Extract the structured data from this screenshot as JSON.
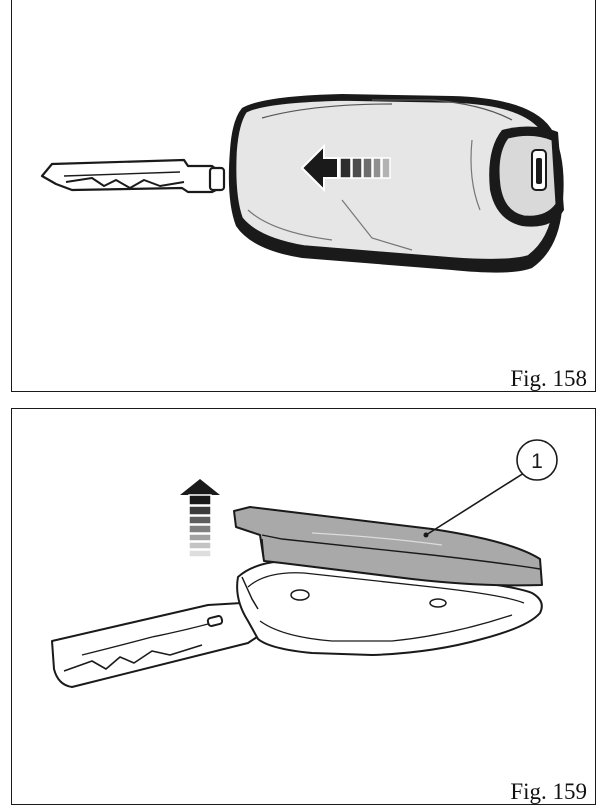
{
  "figures": [
    {
      "label": "Fig. 158"
    },
    {
      "label": "Fig. 159",
      "callout": "1"
    }
  ],
  "colors": {
    "line": "#1a1a1a",
    "shell_fill": "#e6e6e6",
    "shell_dark": "#6f6f6f",
    "cover_fill": "#a9a9a9",
    "base_fill": "#ffffff"
  }
}
